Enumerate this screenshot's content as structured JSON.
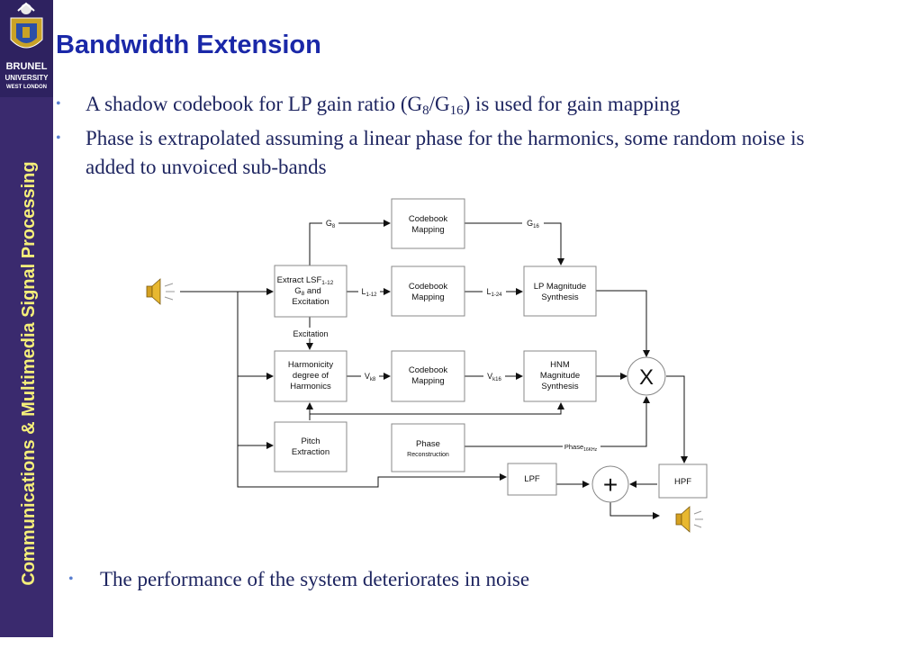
{
  "sidebar": {
    "logo_lines": [
      "BRUNEL",
      "UNIVERSITY",
      "WEST LONDON"
    ],
    "vertical_text": "Communications & Multimedia Signal Processing"
  },
  "title": "Bandwidth Extension",
  "bullets": [
    {
      "pre": "A shadow codebook for LP gain ratio (G",
      "s1": "8",
      "mid": "/G",
      "s2": "16",
      "post": ") is used for gain mapping"
    },
    {
      "text": "Phase is extrapolated assuming a linear phase for the harmonics, some random noise is added to unvoiced sub-bands"
    },
    {
      "text": "The performance of the system deteriorates in noise"
    }
  ],
  "bullet_symbol": "•",
  "diagram": {
    "blocks": {
      "codebook_gain": [
        "Codebook",
        "Mapping"
      ],
      "extract": [
        "Extract LSF",
        "1-12",
        "G",
        "8",
        " and",
        "Excitation"
      ],
      "codebook_lsf": [
        "Codebook",
        "Mapping"
      ],
      "lp_synth": [
        "LP Magnitude",
        "Synthesis"
      ],
      "harmonicity": [
        "Harmonicity",
        "degree of",
        "Harmonics"
      ],
      "codebook_v": [
        "Codebook",
        "Mapping"
      ],
      "hnm_synth": [
        "HNM",
        "Magnitude",
        "Synthesis"
      ],
      "pitch": [
        "Pitch",
        "Extraction"
      ],
      "phase_rec": [
        "Phase",
        "Reconstruction"
      ],
      "lpf": "LPF",
      "hpf": "HPF"
    },
    "signals": {
      "g8": [
        "G",
        "8"
      ],
      "g16": [
        "G",
        "16"
      ],
      "l12": [
        "L",
        "1-12"
      ],
      "l24": [
        "L",
        "1-24"
      ],
      "excitation": "Excitation",
      "vk8": [
        "V",
        "k8"
      ],
      "vk16": [
        "V",
        "k16"
      ],
      "phase16": [
        "Phase",
        "16KHz"
      ]
    },
    "multiply_symbol": "X",
    "add_symbol": "+",
    "icons": [
      "speaker-input-icon",
      "speaker-output-icon"
    ]
  }
}
